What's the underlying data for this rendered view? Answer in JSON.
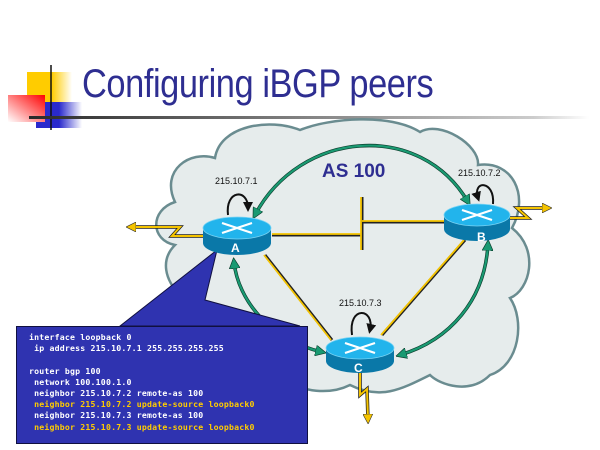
{
  "slide": {
    "title": "Configuring iBGP peers"
  },
  "diagram": {
    "as_label": "AS 100",
    "routers": [
      {
        "id": "A",
        "label": "A",
        "loopback": "215.10.7.1"
      },
      {
        "id": "B",
        "label": "B",
        "loopback": "215.10.7.2"
      },
      {
        "id": "C",
        "label": "C",
        "loopback": "215.10.7.3"
      }
    ],
    "colors": {
      "cloud_fill": "#e6ecec",
      "cloud_stroke": "#6a8c90",
      "physical_link": "#f5c400",
      "ibgp_session": "#1a9a72",
      "router_top": "#22b4ec",
      "router_side": "#0a78a8",
      "callout": "#2f33b0",
      "highlight_text": "#ffcc00"
    }
  },
  "config": {
    "lines": [
      {
        "text": "interface loopback 0",
        "highlight": false
      },
      {
        "text": " ip address 215.10.7.1 255.255.255.255",
        "highlight": false
      },
      {
        "text": "",
        "highlight": false
      },
      {
        "text": "router bgp 100",
        "highlight": false
      },
      {
        "text": " network 100.100.1.0",
        "highlight": false
      },
      {
        "text": " neighbor 215.10.7.2 remote-as 100",
        "highlight": false
      },
      {
        "text": " neighbor 215.10.7.2 update-source loopback0",
        "highlight": true
      },
      {
        "text": " neighbor 215.10.7.3 remote-as 100",
        "highlight": false
      },
      {
        "text": " neighbor 215.10.7.3 update-source loopback0",
        "highlight": true
      }
    ]
  }
}
